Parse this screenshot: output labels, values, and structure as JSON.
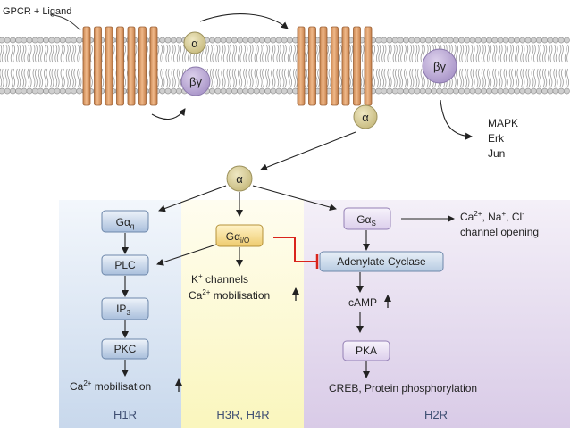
{
  "top": {
    "gpcr_ligand": "GPCR + Ligand",
    "alpha": "α",
    "beta_gamma": "βγ",
    "mapk": "MAPK",
    "erk": "Erk",
    "jun": "Jun"
  },
  "h1r": {
    "gaq_main": "Gα",
    "gaq_sub": "q",
    "plc": "PLC",
    "ip3_main": "IP",
    "ip3_sub": "3",
    "pkc": "PKC",
    "ca_pre": "Ca",
    "ca_sup": "2+",
    "ca_post": " mobilisation",
    "label": "H1R"
  },
  "h3r": {
    "gai_main": "Gα",
    "gai_sub": "i/O",
    "k_pre": "K",
    "k_sup": "+",
    "k_post": " channels",
    "ca_pre": "Ca",
    "ca_sup": "2+",
    "ca_post": " mobilisation",
    "label": "H3R, H4R"
  },
  "h2r": {
    "gas_main": "Gα",
    "gas_sub": "S",
    "ac": "Adenylate Cyclase",
    "camp": "cAMP",
    "pka": "PKA",
    "creb": "CREB, Protein phosphorylation",
    "label": "H2R",
    "ch_ca": "Ca",
    "ch_ca_sup": "2+",
    "ch_na": ", Na",
    "ch_na_sup": "+",
    "ch_cl": ", Cl",
    "ch_cl_sup": "-",
    "ch_line2": "channel opening"
  },
  "colors": {
    "h1r_panel": "#dbe6f4",
    "h3r_panel": "#fdfbd2",
    "h2r_panel": "#e6dcef",
    "receptor": "#e1a069",
    "alpha_fill": "#d6cc96",
    "beta_gamma_fill": "#b9a6d3",
    "box_blue": "#b5c8df",
    "box_gold": "#f2d58a",
    "box_lilac": "#e4dbef",
    "inhibit": "#d9241c"
  }
}
